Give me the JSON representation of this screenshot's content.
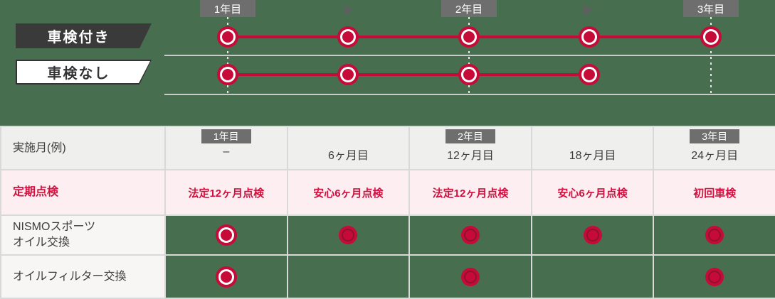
{
  "colors": {
    "background_green": "#476e4e",
    "accent_red": "#c60b39",
    "dot_inner_ring": "#8f1130",
    "crimson_text": "#d50f3f",
    "badge_gray": "#6e6e6e",
    "arrow_gray": "#5b615c",
    "flag_dark": "#3a3a3a",
    "pink_row_bg": "#fdeef1",
    "gray_row_bg": "#efefee",
    "table_border": "#d9d9d9"
  },
  "timeline": {
    "years": [
      {
        "label": "1年目",
        "x": 320
      },
      {
        "label": "2年目",
        "x": 659
      },
      {
        "label": "3年目",
        "x": 999
      }
    ],
    "arrows": [
      {
        "x": 490
      },
      {
        "x": 827
      }
    ],
    "series": [
      {
        "name": "車検付き",
        "style": "dark",
        "y": 52,
        "line_from": 320,
        "line_to": 999,
        "dots": [
          320,
          489,
          659,
          828,
          999
        ]
      },
      {
        "name": "車検なし",
        "style": "light",
        "y": 105,
        "line_from": 320,
        "line_to": 828,
        "dots": [
          320,
          489,
          659,
          828
        ]
      }
    ]
  },
  "table": {
    "rows": [
      {
        "kind": "months",
        "label": "実施月(例)",
        "cells": [
          {
            "badge": "1年目",
            "text": "–"
          },
          {
            "badge": null,
            "text": "6ヶ月目"
          },
          {
            "badge": "2年目",
            "text": "12ヶ月目"
          },
          {
            "badge": null,
            "text": "18ヶ月目"
          },
          {
            "badge": "3年目",
            "text": "24ヶ月目"
          }
        ]
      },
      {
        "kind": "inspection",
        "label": "定期点検",
        "cells": [
          {
            "text": "法定12ヶ月点検"
          },
          {
            "text": "安心6ヶ月点検"
          },
          {
            "text": "法定12ヶ月点検"
          },
          {
            "text": "安心6ヶ月点検"
          },
          {
            "text": "初回車検"
          }
        ]
      },
      {
        "kind": "dots",
        "label": "NISMOスポーツ\nオイル交換",
        "cells": [
          {
            "dot": "ring"
          },
          {
            "dot": "solid"
          },
          {
            "dot": "solid"
          },
          {
            "dot": "solid"
          },
          {
            "dot": "solid"
          }
        ]
      },
      {
        "kind": "dots",
        "label": "オイルフィルター交換",
        "cells": [
          {
            "dot": "ring"
          },
          {
            "dot": "none"
          },
          {
            "dot": "solid"
          },
          {
            "dot": "none"
          },
          {
            "dot": "solid"
          }
        ]
      }
    ]
  }
}
